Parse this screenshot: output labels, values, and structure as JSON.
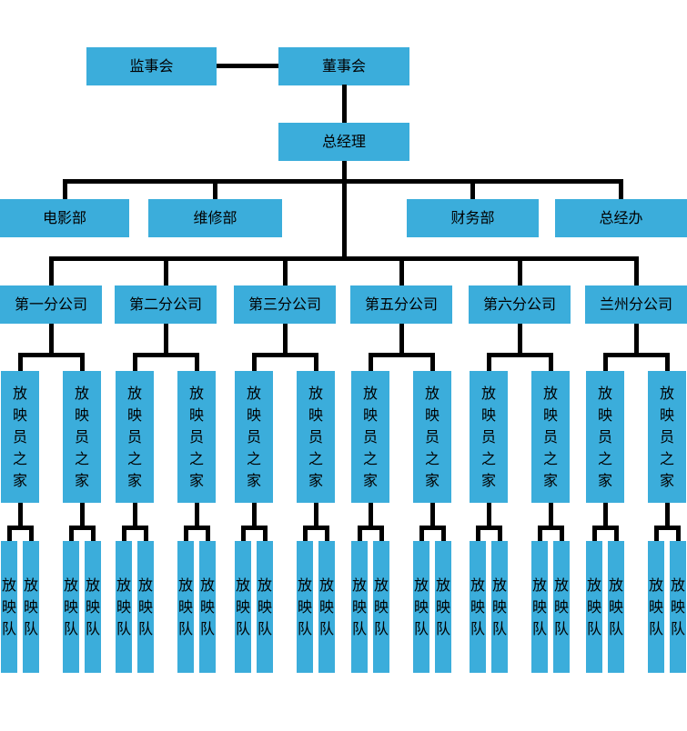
{
  "colors": {
    "node_fill": "#3BADDB",
    "line": "#000000",
    "text": "#000000",
    "background": "#FFFFFF"
  },
  "org_chart": {
    "level1": {
      "supervisory_board": "监事会",
      "board_of_directors": "董事会"
    },
    "level2": {
      "general_manager": "总经理"
    },
    "departments": [
      {
        "label": "电影部"
      },
      {
        "label": "维修部"
      },
      {
        "label": "财务部"
      },
      {
        "label": "总经办"
      }
    ],
    "branches": [
      {
        "label": "第一分公司"
      },
      {
        "label": "第二分公司"
      },
      {
        "label": "第三分公司"
      },
      {
        "label": "第五分公司"
      },
      {
        "label": "第六分公司"
      },
      {
        "label": "兰州分公司"
      }
    ],
    "home_label": "放映员之家",
    "team_label": "放映队",
    "homes_per_branch": 2,
    "teams_per_home": 2
  }
}
